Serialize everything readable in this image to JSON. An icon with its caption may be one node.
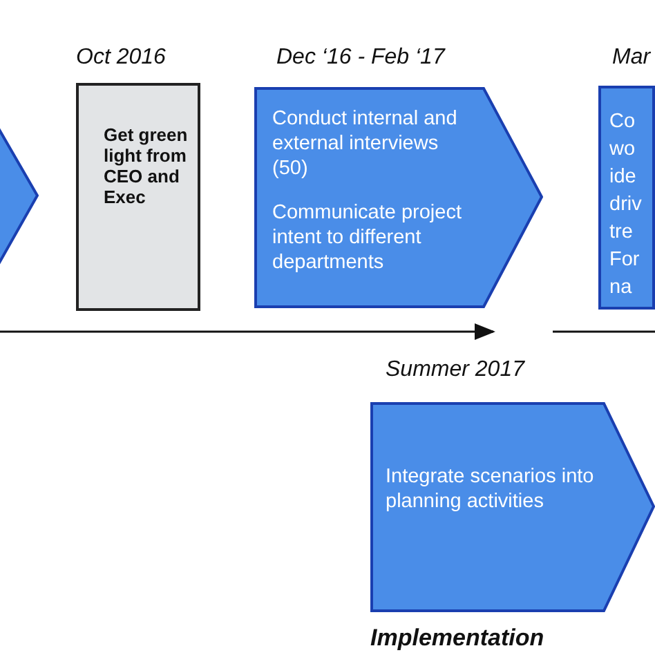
{
  "diagram": {
    "nodes": [
      {
        "text": [],
        "shape": "pentagon"
      },
      {
        "text": [
          "Get green light from CEO and Exec"
        ],
        "beside": [
          "Oct 2016"
        ]
      },
      {
        "text": [
          "Conduct internal and external interviews (50)",
          "Communicate project intent to different departments"
        ],
        "beside": [
          "Dec ‘16 - Feb ‘17"
        ]
      },
      {
        "text": [
          "Co wo ide driv tre For na"
        ],
        "beside": [
          "Mar"
        ]
      },
      {
        "text": [
          "Integrate scenarios into planning activities"
        ],
        "beside": [
          "Summer 2017",
          "Implementation"
        ]
      }
    ]
  }
}
